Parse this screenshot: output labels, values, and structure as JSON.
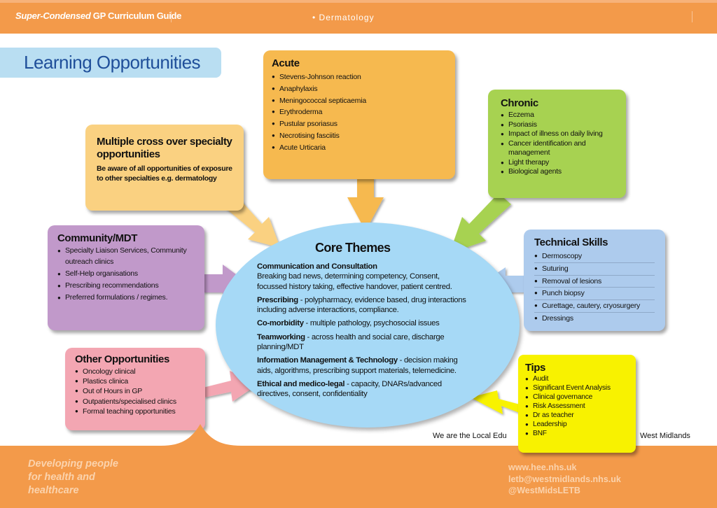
{
  "header": {
    "guide_italic": "Super-Condensed",
    "guide_rest": " GP Curriculum Guide",
    "topic": "• Dermatology"
  },
  "section_title": "Learning Opportunities",
  "acute": {
    "title": "Acute",
    "items": [
      "Stevens-Johnson reaction",
      "Anaphylaxis",
      "Meningococcal septicaemia",
      "Erythroderma",
      "Pustular psoriasus",
      "Necrotising fasciitis",
      "Acute Urticaria"
    ]
  },
  "chronic": {
    "title": "Chronic",
    "items": [
      "Eczema",
      "Psoriasis",
      "Impact of illness on daily living",
      "Cancer identification and management",
      "Light therapy",
      "Biological agents"
    ]
  },
  "multi": {
    "title": "Multiple cross over specialty opportunities",
    "text": "Be aware of all opportunities of exposure to other specialties e.g. dermatology"
  },
  "community": {
    "title": "Community/MDT",
    "items": [
      "Specialty Liaison Services, Community outreach clinics",
      "Self-Help organisations",
      "Prescribing recommendations",
      "Preferred formulations / regimes."
    ]
  },
  "technical": {
    "title": "Technical Skills",
    "items": [
      "Dermoscopy",
      "Suturing",
      "Removal of lesions",
      "Punch biopsy",
      "Curettage, cautery, cryosurgery",
      "Dressings"
    ]
  },
  "other": {
    "title": "Other Opportunities",
    "items": [
      "Oncology clinical",
      "Plastics clinica",
      "Out of Hours in GP",
      "Outpatients/specialised clinics",
      "Formal teaching opportunities"
    ]
  },
  "tips": {
    "title": "Tips",
    "items": [
      "Audit",
      "Significant Event Analysis",
      "Clinical governance",
      "Risk Assessment",
      "Dr as teacher",
      "Leadership",
      "BNF"
    ]
  },
  "core": {
    "title": "Core Themes",
    "themes": [
      {
        "name": "Communication and Consultation",
        "text": "Breaking bad news, determining competency, Consent, focussed history taking, effective handover, patient centred."
      },
      {
        "name": "Prescribing",
        "text": " - polypharmacy, evidence based, drug interactions including adverse interactions, compliance."
      },
      {
        "name": "Co-morbidity",
        "text": " - multiple pathology, psychosocial issues"
      },
      {
        "name": "Teamworking",
        "text": " - across health and social care, discharge planning/MDT"
      },
      {
        "name": "Information Management & Technology",
        "text": " - decision making aids, algorithms, prescribing support materials, telemedicine."
      },
      {
        "name": "Ethical and medico-legal",
        "text": " - capacity, DNARs/advanced directives, consent, confidentiality"
      }
    ]
  },
  "letb_left": "We are the Local Edu",
  "letb_right": "West Midlands",
  "footer": {
    "line1": "Developing people",
    "line2": "for health and",
    "line3": "healthcare",
    "web": "www.hee.nhs.uk",
    "email": "letb@westmidlands.nhs.uk",
    "twitter": "@WestMidsLETB"
  },
  "colors": {
    "header_orange": "#f39a4a",
    "acute": "#f6b94f",
    "chronic": "#a7d251",
    "multi": "#fad181",
    "community": "#c199ca",
    "technical": "#adcbed",
    "other": "#f3a6b2",
    "tips": "#f8f200",
    "core": "#a6d9f6"
  }
}
